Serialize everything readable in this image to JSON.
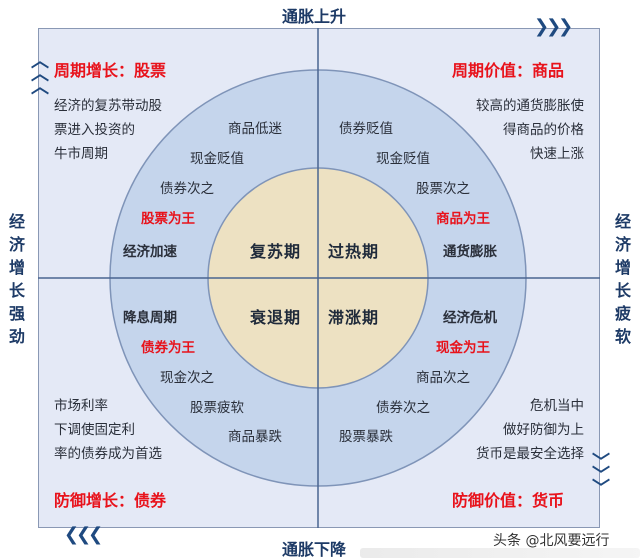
{
  "axes": {
    "top": "通胀上升",
    "bottom": "通胀下降",
    "left": "经济增长强劲",
    "right": "经济增长疲软"
  },
  "quadrants": {
    "top_left": {
      "title": "周期增长：股票",
      "desc": [
        "经济的复苏带动股",
        "票进入投资的",
        "牛市周期"
      ]
    },
    "top_right": {
      "title": "周期价值：商品",
      "desc": [
        "较高的通货膨胀使",
        "得商品的价格",
        "快速上涨"
      ]
    },
    "bottom_left": {
      "title": "防御增长：债券",
      "desc": [
        "市场利率",
        "下调使固定利",
        "率的债券成为首选"
      ]
    },
    "bottom_right": {
      "title": "防御价值：货币",
      "desc": [
        "危机当中",
        "做好防御为上",
        "货币是最安全选择"
      ]
    }
  },
  "ring": {
    "top_left": [
      "商品低迷",
      "现金贬值",
      "债券次之",
      "股票为王",
      "经济加速"
    ],
    "top_right": [
      "债券贬值",
      "现金贬值",
      "股票次之",
      "商品为王",
      "通货膨胀"
    ],
    "bottom_left": [
      "降息周期",
      "债券为王",
      "现金次之",
      "股票疲软",
      "商品暴跌"
    ],
    "bottom_right": [
      "经济危机",
      "现金为王",
      "商品次之",
      "债券次之",
      "股票暴跌"
    ]
  },
  "phases": {
    "top_left": "复苏期",
    "top_right": "过热期",
    "bottom_left": "衰退期",
    "bottom_right": "滞涨期"
  },
  "watermark": "头条 @北风要远行",
  "colors": {
    "accent_red": "#e8121b",
    "axis_blue": "#1d3a66",
    "box_bg": "#e4e9f6",
    "ring_bg": "#c5d5ec",
    "core_bg": "#ede1c2"
  }
}
